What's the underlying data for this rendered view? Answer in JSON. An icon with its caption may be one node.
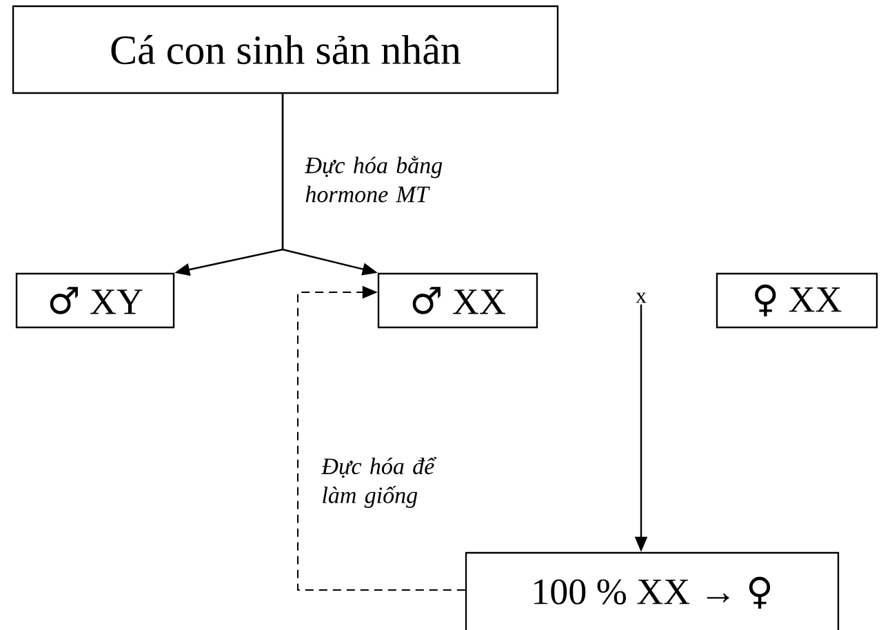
{
  "diagram": {
    "nodes": [
      {
        "text": [
          "Cá con sinh sản nhân"
        ]
      },
      {
        "text": [
          "♂ XY"
        ]
      },
      {
        "text": [
          "♂ XX"
        ]
      },
      {
        "text": [
          "x"
        ]
      },
      {
        "text": [
          "♀ XX"
        ]
      },
      {
        "text": [
          "100 % XX → ♀"
        ]
      }
    ],
    "edges": [
      {
        "from": 0,
        "to": 1,
        "arrow": "to",
        "label": "Đực hóa bằng hormone MT"
      },
      {
        "from": 0,
        "to": 2,
        "arrow": "to"
      },
      {
        "from": 3,
        "to": 5,
        "arrow": "to"
      },
      {
        "from": 5,
        "to": 2,
        "arrow": "to",
        "style": "dashed",
        "label": "Đực hóa để làm giống"
      }
    ]
  }
}
